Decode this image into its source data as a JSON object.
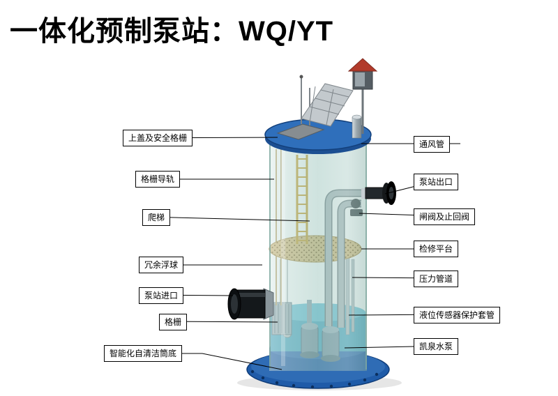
{
  "title": "一体化预制泵站：WQ/YT",
  "labels": {
    "left": [
      "上盖及安全格栅",
      "格栅导轨",
      "爬梯",
      "冗余浮球",
      "泵站进口",
      "格栅",
      "智能化自清洁筒底"
    ],
    "right": [
      "通风管",
      "泵站出口",
      "闸阀及止回阀",
      "检修平台",
      "压力管道",
      "液位传感器保护套管",
      "凯泉水泵"
    ]
  },
  "colors": {
    "lid_blue": "#2f6fbb",
    "lid_blue_dark": "#1c4f92",
    "base_blue": "#1f5ba8",
    "shell_teal": "#a9cdc6",
    "water_teal": "#4fa9c4",
    "platform_tan": "#d8b878",
    "ladder_yellow": "#c89b2a",
    "pipe_black": "#1a1a1a",
    "roof_red": "#b23b2b",
    "label_border": "#000000"
  }
}
